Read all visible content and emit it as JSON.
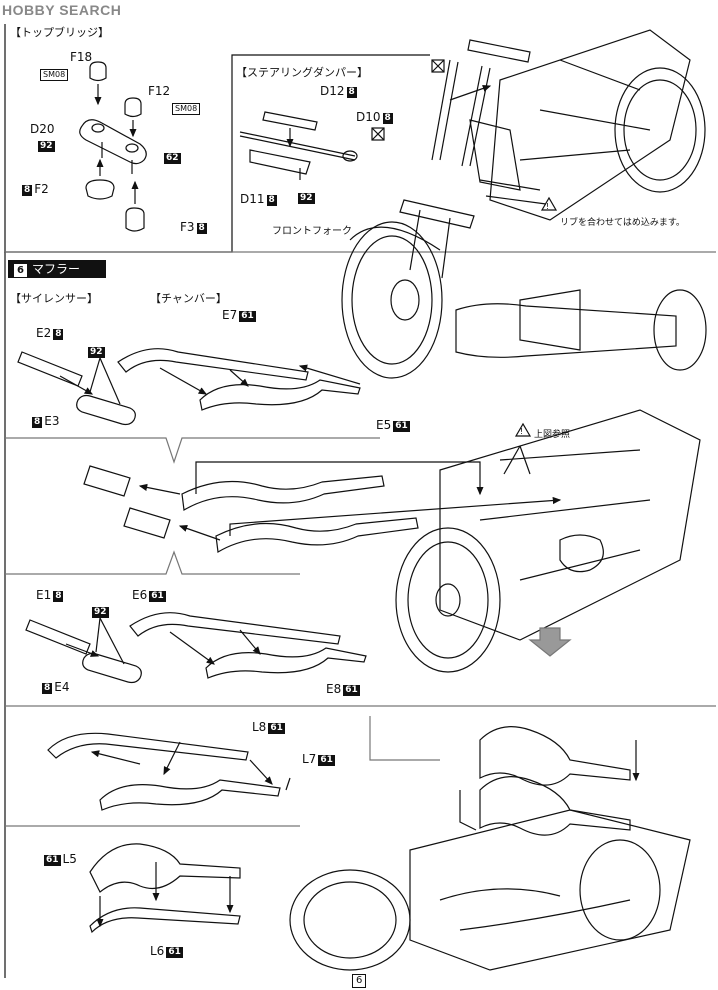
{
  "watermark": "HOBBY SEARCH",
  "top_bridge": {
    "title": "【トップブリッジ】",
    "parts": {
      "f18": "F18",
      "f18_box": "SM08",
      "f12": "F12",
      "f12_box": "SM08",
      "d20": "D20",
      "d20_badge": "92",
      "badge_62": "62",
      "f2_badge": "8",
      "f2": "F2",
      "f3": "F3",
      "f3_badge": "8"
    }
  },
  "steering_damper": {
    "title": "【ステアリングダンパー】",
    "parts": {
      "d12": "D12",
      "d12_badge": "8",
      "d10": "D10",
      "d10_badge": "8",
      "d11": "D11",
      "d11_badge": "8",
      "badge_92": "92"
    },
    "front_fork": "フロントフォーク",
    "note": "リブを合わせてはめ込みます。"
  },
  "step6": {
    "number": "6",
    "title": "マフラー",
    "silencer_title": "【サイレンサー】",
    "chamber_title": "【チャンバー】",
    "parts": {
      "e2": "E2",
      "e2_badge": "8",
      "badge_92a": "92",
      "e3_badge": "8",
      "e3": "E3",
      "e7": "E7",
      "e7_badge": "61",
      "e5": "E5",
      "e5_badge": "61",
      "ref_note": "上図参照",
      "e1": "E1",
      "e1_badge": "8",
      "badge_92b": "92",
      "e4_badge": "8",
      "e4": "E4",
      "e6": "E6",
      "e6_badge": "61",
      "e8": "E8",
      "e8_badge": "61",
      "l8": "L8",
      "l8_badge": "61",
      "l7": "L7",
      "l7_badge": "61",
      "l5_badge": "61",
      "l5": "L5",
      "l6": "L6",
      "l6_badge": "61"
    }
  },
  "page_number": "6"
}
